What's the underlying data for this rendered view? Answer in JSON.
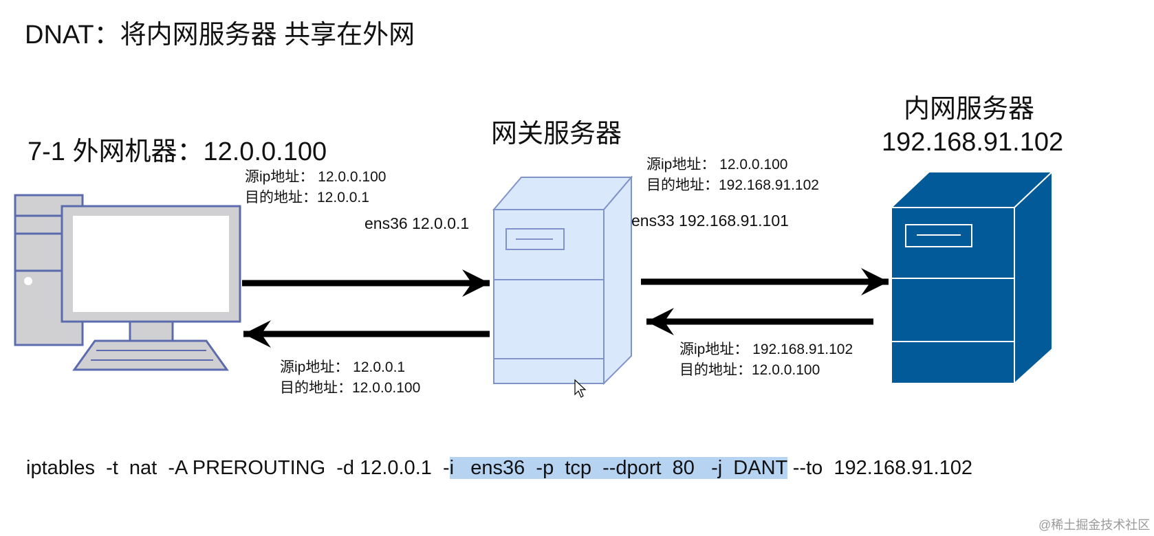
{
  "title": "DNAT：将内网服务器 共享在外网",
  "external": {
    "title": "7-1 外网机器：12.0.0.100",
    "request": {
      "src": "源ip地址：  12.0.0.100",
      "dst": "目的地址：12.0.0.1"
    },
    "response": {
      "src": "源ip地址：  12.0.0.1",
      "dst": "目的地址：12.0.0.100"
    }
  },
  "gateway": {
    "title": "网关服务器",
    "ens36": "ens36 12.0.0.1",
    "ens33": "ens33  192.168.91.101"
  },
  "internal": {
    "title_line1": "内网服务器",
    "title_line2": "192.168.91.102",
    "request": {
      "src": "源ip地址：  12.0.0.100",
      "dst": "目的地址：192.168.91.102"
    },
    "response": {
      "src": "源ip地址：  192.168.91.102",
      "dst": "目的地址：12.0.0.100"
    }
  },
  "command": {
    "before": "iptables  -t  nat  -A PREROUTING  -d 12.0.0.1  -",
    "highlight": "i   ens36  -p  tcp  --dport  80   -j  DANT",
    "after": " --to  192.168.91.102"
  },
  "watermark": "@稀土掘金技术社区",
  "colors": {
    "gateway_fill": "#dae8fc",
    "gateway_stroke": "#7f93c8",
    "internal_fill": "#035a98",
    "highlight": "#b7d3f2"
  }
}
